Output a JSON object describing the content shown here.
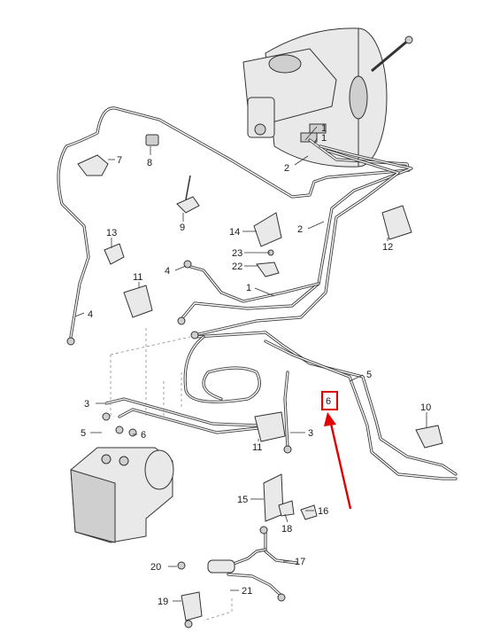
{
  "accent_color": "#e10000",
  "callouts": {
    "c1": "1",
    "c1b": "1",
    "c2a": "2",
    "c2b": "2",
    "c3a": "3",
    "c3b": "3",
    "c4a": "4",
    "c4b": "4",
    "c5a": "5",
    "c5b": "5",
    "c6a": "6",
    "c6b": "6",
    "c7": "7",
    "c8": "8",
    "c9": "9",
    "c10": "10",
    "c11a": "11",
    "c11b": "11",
    "c12": "12",
    "c13": "13",
    "c14": "14",
    "c15": "15",
    "c16": "16",
    "c17": "17",
    "c18": "18",
    "c19": "19",
    "c20": "20",
    "c21": "21",
    "c22": "22",
    "c23": "23"
  },
  "icons": {
    "highlight_arrow": "red-arrow-icon"
  }
}
